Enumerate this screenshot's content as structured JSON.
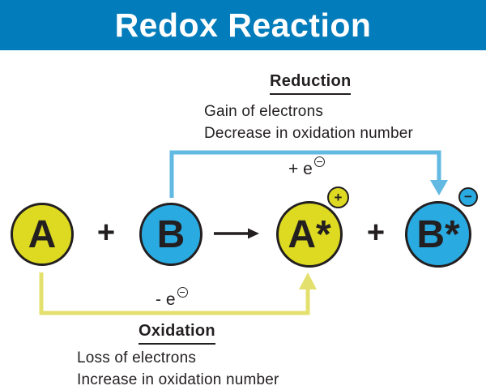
{
  "header": {
    "title": "Redox Reaction"
  },
  "reduction": {
    "label": "Reduction",
    "line1": "Gain of electrons",
    "line2": "Decrease in oxidation number",
    "electron_prefix": "+ e"
  },
  "oxidation": {
    "label": "Oxidation",
    "line1": "Loss of electrons",
    "line2": "Increase in oxidation number",
    "electron_prefix": "- e"
  },
  "equation": {
    "reactant_a": "A",
    "plus_1": "+",
    "reactant_b": "B",
    "product_a": "A*",
    "product_a_charge": "+",
    "plus_2": "+",
    "product_b": "B*",
    "product_b_charge": "−"
  },
  "colors": {
    "banner": "#027cba",
    "circle_yellow": "#ddda21",
    "circle_blue": "#29abe2",
    "arrow_blue": "#62b9e2",
    "arrow_yellow": "#e4e06e",
    "text": "#231f20"
  }
}
